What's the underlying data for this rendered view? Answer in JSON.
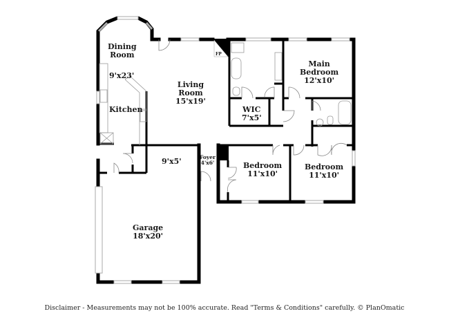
{
  "floorplan": {
    "rooms": [
      {
        "id": "dining",
        "name": "Dining\nRoom",
        "line1": "Dining",
        "line2": "Room",
        "dims": ""
      },
      {
        "id": "kitchen",
        "name": "Kitchen",
        "dims": "9'x23'"
      },
      {
        "id": "living",
        "line1": "Living",
        "line2": "Room",
        "dims": "15'x19'"
      },
      {
        "id": "fireplace",
        "label": "FP"
      },
      {
        "id": "main-bedroom",
        "line1": "Main",
        "line2": "Bedroom",
        "dims": "12'x10'"
      },
      {
        "id": "wic",
        "name": "WIC",
        "dims": "7'x5'"
      },
      {
        "id": "laundry",
        "dims": "9'x5'"
      },
      {
        "id": "foyer",
        "name": "Foyer",
        "dims": "4'x6'"
      },
      {
        "id": "bedroom-2",
        "name": "Bedroom",
        "dims": "11'x10'"
      },
      {
        "id": "bedroom-3",
        "name": "Bedroom",
        "dims": "11'x10'"
      },
      {
        "id": "garage",
        "name": "Garage",
        "dims": "18'x20'"
      }
    ],
    "colors": {
      "wall": "#000000",
      "window": "#cccccc",
      "fixture": "#999999",
      "background": "#ffffff"
    }
  },
  "footer": {
    "disclaimer": "Disclaimer - Measurements may not be 100% accurate. Read \"Terms & Conditions\" carefully. © PlanOmatic"
  }
}
